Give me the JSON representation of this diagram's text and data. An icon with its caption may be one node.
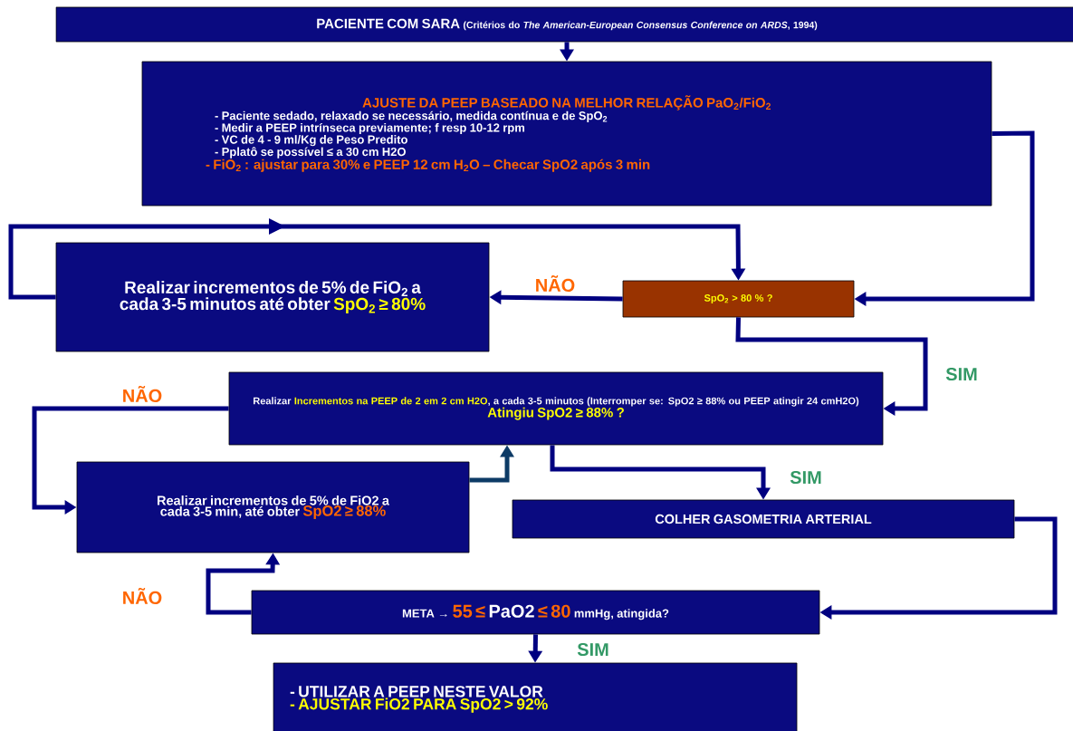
{
  "diagram": {
    "nodes": [
      {
        "text": [
          "PACIENTE COM SARA",
          "(Critérios do *The American-European Consensus Conference on ARDS*, 1994)"
        ]
      },
      {
        "text": [
          "AJUSTE DA PEEP BASEADO NA MELHOR RELAÇÃO PaO$_{2}$/FiO$_{2}$",
          "- Paciente sedado, relaxado se necessário, medida contínua e de SpO$_{2}$",
          "- Medir a PEEP intrínseca previamente; f resp 10-12 rpm",
          "- VC de 4 - 9 ml/Kg de Peso Predito",
          "- Pplatô se possível ≤ a 30 cm H2O",
          "- FiO$_{2}$ : ajustar para 30% e PEEP 12 cm H$_{2}$O – Checar SpO2 após 3 min"
        ]
      },
      {
        "text": [
          "Realizar incrementos de 5% de FiO$_{2}$ a cada 3-5 minutos até obter",
          "SpO$_{2}$ ≥ 80%"
        ]
      },
      {
        "text": [
          "SpO$_{2}$ > 80 % ?"
        ]
      },
      {
        "text": [
          "Realizar",
          "Incrementos na PEEP de 2 em 2 cm H2O",
          ", a cada 3-5 minutos (Interromper se: SpO2 ≥ 88% ou PEEP atingir 24 cmH2O)",
          "Atingiu SpO2 ≥ 88% ?"
        ]
      },
      {
        "text": [
          "Realizar incrementos de 5% de FiO2 a cada 3-5 min, até obter",
          "SpO2 ≥ 88%"
        ]
      },
      {
        "text": [
          "COLHER GASOMETRIA ARTERIAL"
        ]
      },
      {
        "text": [
          "META →",
          "55 ≤",
          "PaO2",
          "≤ 80",
          "mmHg, atingida?"
        ]
      },
      {
        "text": [
          "- UTILIZAR A PEEP NESTE VALOR",
          "- AJUSTAR FiO2 PARA SpO2 > 92%"
        ]
      }
    ],
    "edges": [
      {
        "from": 0,
        "to": 1,
        "arrow": "to"
      },
      {
        "from": 3,
        "to": 2,
        "arrow": "to",
        "label": "NÃO"
      },
      {
        "from": 2,
        "to": 3,
        "arrow": "to"
      },
      {
        "from": 3,
        "to": 4,
        "arrow": "to",
        "label": "SIM"
      },
      {
        "from": 4,
        "to": 5,
        "arrow": "to",
        "label": "NÃO"
      },
      {
        "from": 5,
        "to": 4,
        "arrow": "to",
        "color": "#0d3b66"
      },
      {
        "from": 4,
        "to": 6,
        "arrow": "to",
        "label": "SIM"
      },
      {
        "from": 6,
        "to": 7,
        "arrow": "to"
      },
      {
        "from": 7,
        "to": 5,
        "arrow": "to",
        "label": "NÃO"
      },
      {
        "from": 7,
        "to": 8,
        "arrow": "to",
        "label": "SIM"
      },
      {
        "from": 1,
        "to": 3,
        "arrow": "to"
      }
    ]
  }
}
